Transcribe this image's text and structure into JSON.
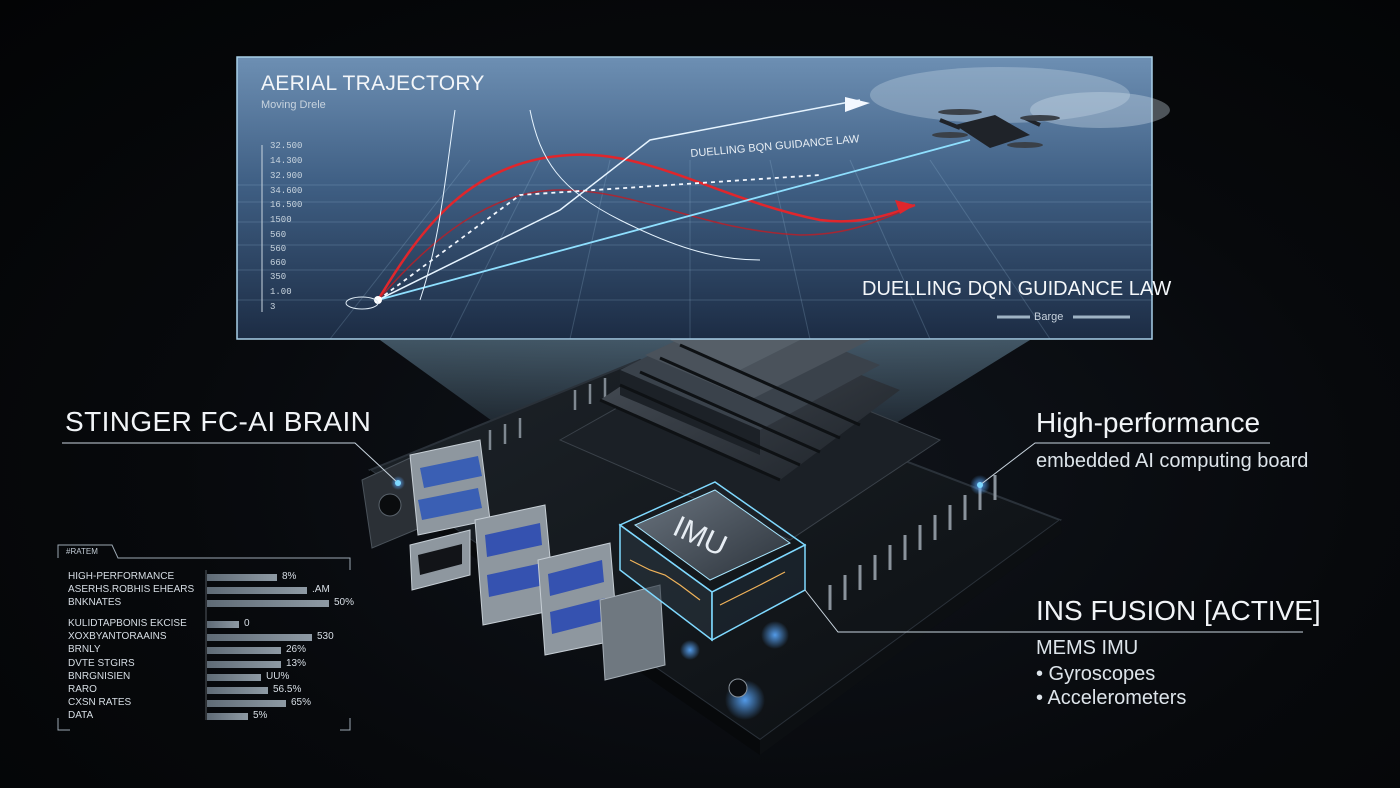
{
  "trajectory_panel": {
    "title": "AERIAL TRAJECTORY",
    "subtitle": "Moving Drele",
    "small_label": "DUELLING BQN GUIDANCE LAW",
    "main_label": "DUELLING DQN GUIDANCE LAW",
    "legend": "Barge",
    "y_ticks": [
      "32.500",
      "14.300",
      "32.900",
      "34.600",
      "16.500",
      "1500",
      "560",
      "560",
      "660",
      "350",
      "1.00",
      "3"
    ]
  },
  "left_callout": {
    "title": "STINGER FC-AI BRAIN"
  },
  "right_callout_top": {
    "title": "High-performance",
    "subtitle": "embedded AI computing board"
  },
  "right_callout_bottom": {
    "title": "INS FUSION [ACTIVE]",
    "subtitle": "MEMS IMU",
    "items": [
      "• Gyroscopes",
      "• Accelerometers"
    ]
  },
  "chip_label": "IMU",
  "stats_panel": {
    "header": "#RATEM",
    "group1": [
      {
        "label": "HIGH-PERFORMANCE",
        "value": "8%",
        "fill": 0.55
      },
      {
        "label": "ASERHS.ROBHIS EHEARS",
        "value": ".AM",
        "fill": 0.78
      },
      {
        "label": "BNKNATES",
        "value": "50%",
        "fill": 0.95
      }
    ],
    "group2": [
      {
        "label": "KULIDTAPBONIS EKCISE",
        "value": "0",
        "fill": 0.25
      },
      {
        "label": "XOXBYANTORAAINS",
        "value": "530",
        "fill": 0.82
      },
      {
        "label": "BRNLY",
        "value": "26%",
        "fill": 0.58
      },
      {
        "label": "DVTE STGIRS",
        "value": "13%",
        "fill": 0.58
      },
      {
        "label": "BNRGNISIEN",
        "value": "UU%",
        "fill": 0.42
      },
      {
        "label": "RARO",
        "value": "56.5%",
        "fill": 0.48
      },
      {
        "label": "CXSN RATES",
        "value": "65%",
        "fill": 0.62
      },
      {
        "label": "DATA",
        "value": "5%",
        "fill": 0.32
      }
    ]
  },
  "colors": {
    "accent_cyan": "#7fd9ff",
    "trajectory_red": "#e0262c",
    "panel_blue": "#3e5d80"
  }
}
